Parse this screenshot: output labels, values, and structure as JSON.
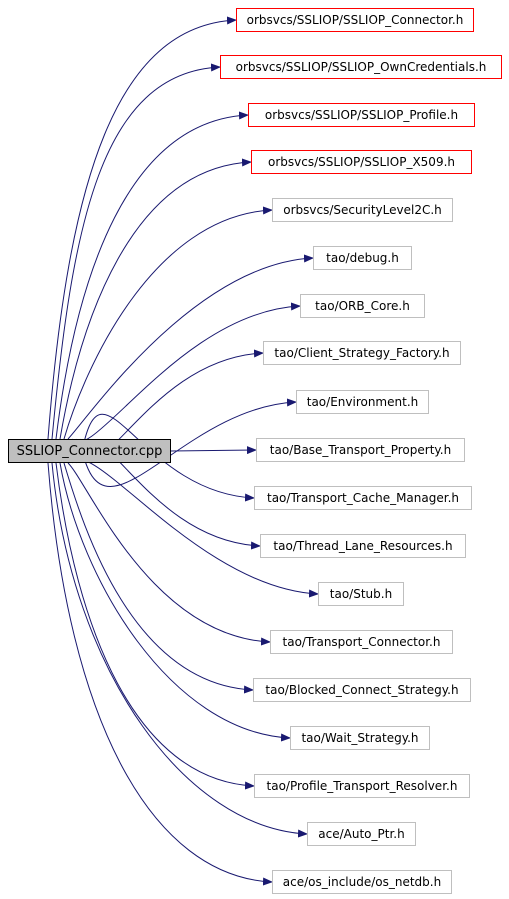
{
  "root": {
    "label": "SSLIOP_Connector.cpp"
  },
  "includes": [
    {
      "label": "orbsvcs/SSLIOP/SSLIOP_Connector.h",
      "border": "red"
    },
    {
      "label": "orbsvcs/SSLIOP/SSLIOP_OwnCredentials.h",
      "border": "red"
    },
    {
      "label": "orbsvcs/SSLIOP/SSLIOP_Profile.h",
      "border": "red"
    },
    {
      "label": "orbsvcs/SSLIOP/SSLIOP_X509.h",
      "border": "red"
    },
    {
      "label": "orbsvcs/SecurityLevel2C.h",
      "border": "grey"
    },
    {
      "label": "tao/debug.h",
      "border": "grey"
    },
    {
      "label": "tao/ORB_Core.h",
      "border": "grey"
    },
    {
      "label": "tao/Client_Strategy_Factory.h",
      "border": "grey"
    },
    {
      "label": "tao/Environment.h",
      "border": "grey"
    },
    {
      "label": "tao/Base_Transport_Property.h",
      "border": "grey"
    },
    {
      "label": "tao/Transport_Cache_Manager.h",
      "border": "grey"
    },
    {
      "label": "tao/Thread_Lane_Resources.h",
      "border": "grey"
    },
    {
      "label": "tao/Stub.h",
      "border": "grey"
    },
    {
      "label": "tao/Transport_Connector.h",
      "border": "grey"
    },
    {
      "label": "tao/Blocked_Connect_Strategy.h",
      "border": "grey"
    },
    {
      "label": "tao/Wait_Strategy.h",
      "border": "grey"
    },
    {
      "label": "tao/Profile_Transport_Resolver.h",
      "border": "grey"
    },
    {
      "label": "ace/Auto_Ptr.h",
      "border": "grey"
    },
    {
      "label": "ace/os_include/os_netdb.h",
      "border": "grey"
    }
  ],
  "colors": {
    "edge": "#191970",
    "root_fill": "#bfbfbf",
    "red_border": "#ff0000",
    "grey_border": "#bfbfbf"
  }
}
